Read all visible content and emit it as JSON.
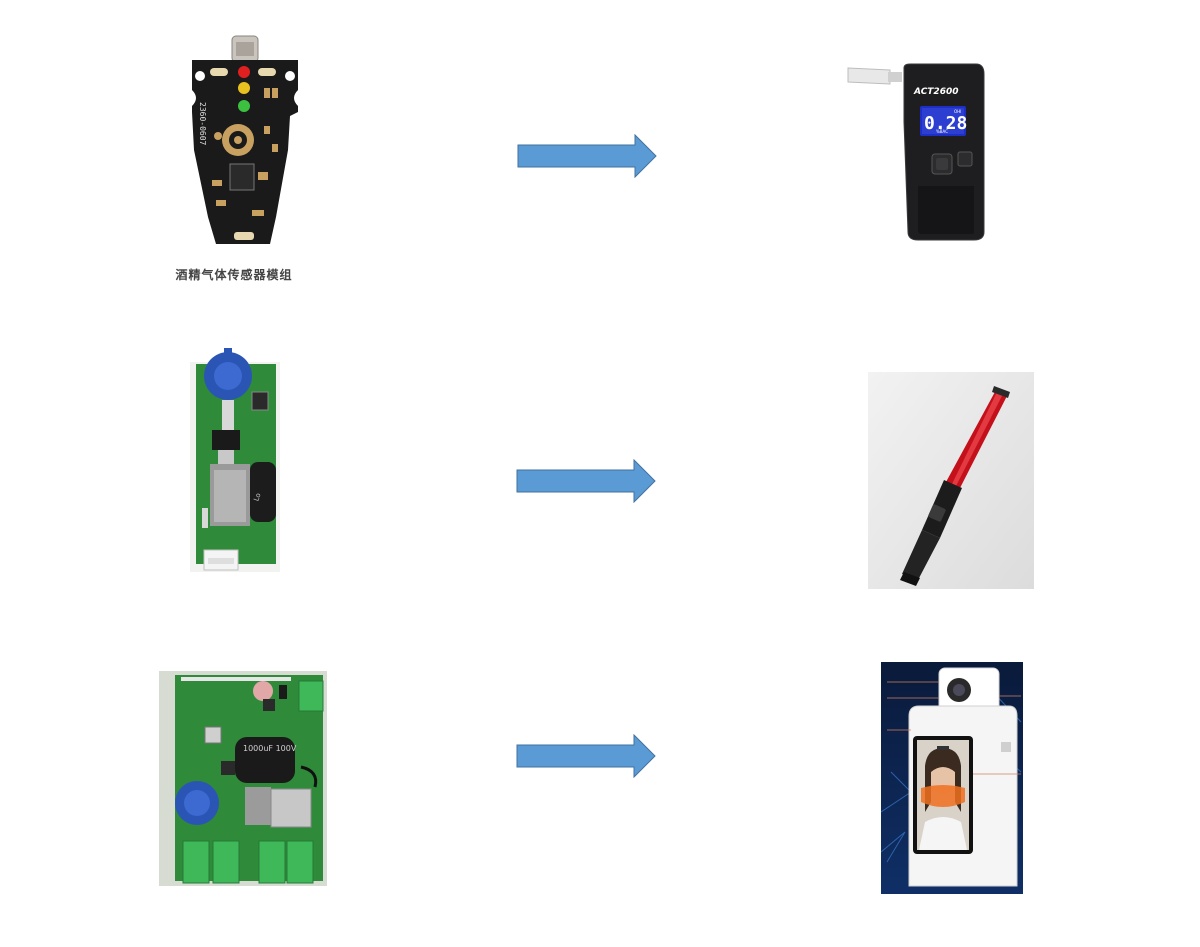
{
  "rows": [
    {
      "module": {
        "icon": "alcohol-sensor-module-board-icon",
        "caption": "酒精气体传感器模组",
        "silkscreen": "2360-0607"
      },
      "product": {
        "icon": "handheld-breathalyzer-icon",
        "model": "ACT2600",
        "reading": "0.28",
        "unit_top": "OHI",
        "unit_bottom": "%BAC"
      }
    },
    {
      "module": {
        "icon": "fuel-cell-sensor-board-icon"
      },
      "product": {
        "icon": "red-baton-alcohol-tester-icon"
      }
    },
    {
      "module": {
        "icon": "fuel-cell-control-board-icon",
        "capacitor_label": "1000uF 100V"
      },
      "product": {
        "icon": "face-recognition-alcohol-kiosk-icon"
      }
    }
  ],
  "colors": {
    "arrow_fill": "#5b9bd5",
    "arrow_stroke": "#41729f",
    "pcb_black": "#1a1a1a",
    "pcb_green": "#2f8a3a",
    "sensor_blue": "#2a55b5",
    "baton_red": "#c4101a",
    "screen_blue": "#2d3fd0"
  }
}
